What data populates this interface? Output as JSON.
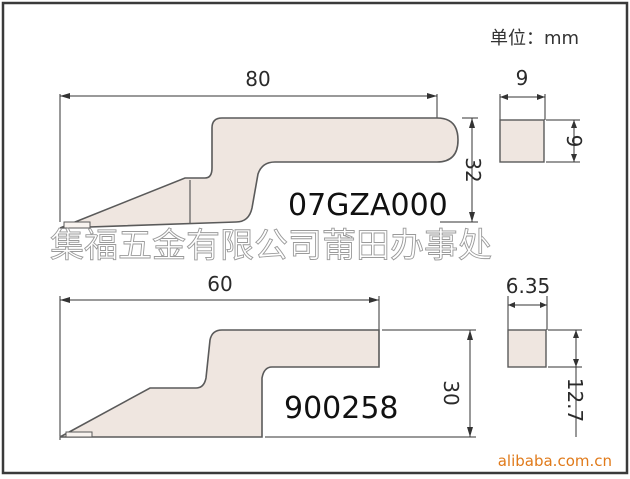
{
  "unit_label": "单位：mm",
  "watermark": "集福五金有限公司莆田办事处",
  "site": "alibaba.com.cn",
  "colors": {
    "blade_fill": "#efe6e0",
    "outline": "#5a5a5a",
    "dim_line": "#333333",
    "frame": "#3a3a3a",
    "site_text": "#e07a1a"
  },
  "blades": [
    {
      "code": "07GZA000",
      "length": "80",
      "height": "32",
      "section_width": "9",
      "section_height": "9"
    },
    {
      "code": "900258",
      "length": "60",
      "height": "30",
      "section_width": "6.35",
      "section_height": "12.7"
    }
  ]
}
